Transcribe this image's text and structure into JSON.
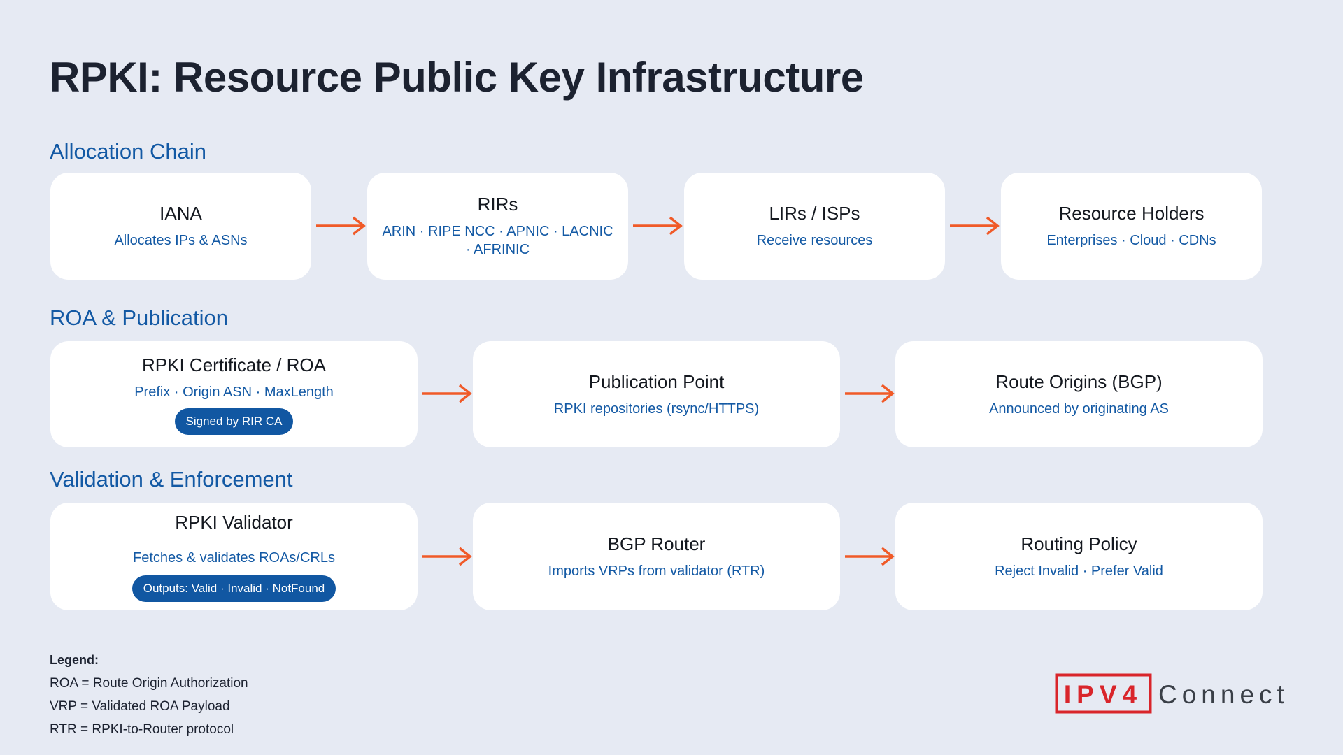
{
  "title": "RPKI: Resource Public Key Infrastructure",
  "colors": {
    "background": "#e6eaf3",
    "heading_blue": "#1359a4",
    "arrow_orange": "#f05a28",
    "logo_red": "#d9252b",
    "pill_blue": "#1157a2"
  },
  "sections": {
    "allocation": {
      "heading": "Allocation Chain",
      "cards": [
        {
          "title": "IANA",
          "subtitle": "Allocates IPs & ASNs"
        },
        {
          "title": "RIRs",
          "subtitle": "ARIN · RIPE NCC · APNIC · LACNIC · AFRINIC"
        },
        {
          "title": "LIRs / ISPs",
          "subtitle": "Receive resources"
        },
        {
          "title": "Resource Holders",
          "subtitle": "Enterprises · Cloud · CDNs"
        }
      ]
    },
    "roa": {
      "heading": "ROA & Publication",
      "cards": [
        {
          "title": "RPKI Certificate / ROA",
          "subtitle": "Prefix · Origin ASN · MaxLength",
          "pill": "Signed by RIR CA"
        },
        {
          "title": "Publication Point",
          "subtitle": "RPKI repositories (rsync/HTTPS)"
        },
        {
          "title": "Route Origins (BGP)",
          "subtitle": "Announced by originating AS"
        }
      ]
    },
    "validation": {
      "heading": "Validation & Enforcement",
      "cards": [
        {
          "title": "RPKI Validator",
          "subtitle": "Fetches & validates ROAs/CRLs",
          "pill": "Outputs: Valid · Invalid · NotFound"
        },
        {
          "title": "BGP Router",
          "subtitle": "Imports VRPs from validator (RTR)"
        },
        {
          "title": "Routing Policy",
          "subtitle": "Reject Invalid · Prefer Valid"
        }
      ]
    }
  },
  "legend": {
    "title": "Legend:",
    "items": [
      "ROA = Route Origin Authorization",
      "VRP = Validated ROA Payload",
      "RTR = RPKI-to-Router protocol"
    ]
  },
  "logo": {
    "boxed": "IPV4",
    "rest": "Connect"
  },
  "icons": {
    "arrow": "arrow-right-icon"
  }
}
